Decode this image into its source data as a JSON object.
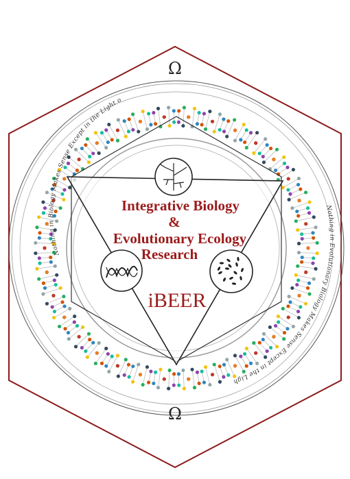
{
  "logo": {
    "title_lines": [
      "Integrative Biology",
      "&",
      "Evolutionary Ecology",
      "Research"
    ],
    "acronym": "iBEER",
    "motto_left": "Nothing in Biology Makes Sense Except in the Light of Evolution",
    "motto_right": "Nothing in Evolutionary Biology Makes Sense Except in the Light of Ecology",
    "top_symbol": "Ω",
    "bottom_symbol": "Ω",
    "colors": {
      "hexagon": "#8b1a1a",
      "title_text": "#9b1b1b",
      "line": "#222222",
      "circle_gray": "#9a9a9a"
    }
  }
}
